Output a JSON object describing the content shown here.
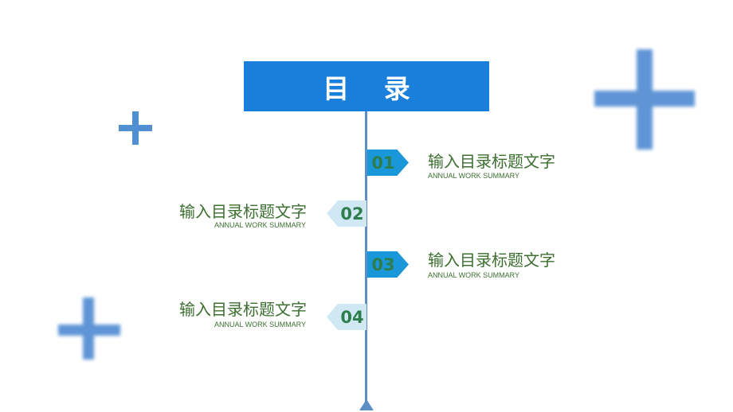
{
  "header": {
    "title": "目 录"
  },
  "items": [
    {
      "number": "01",
      "title": "输入目录标题文字",
      "subtitle": "ANNUAL WORK SUMMARY"
    },
    {
      "number": "02",
      "title": "输入目录标题文字",
      "subtitle": "ANNUAL WORK SUMMARY"
    },
    {
      "number": "03",
      "title": "输入目录标题文字",
      "subtitle": "ANNUAL WORK SUMMARY"
    },
    {
      "number": "04",
      "title": "输入目录标题文字",
      "subtitle": "ANNUAL WORK SUMMARY"
    }
  ],
  "colors": {
    "title_bg": "#1a7fdb",
    "tag_dark": "#1a97d8",
    "tag_light": "#cfe8f4",
    "text_green": "#3c6f30",
    "line": "#5d8fc6",
    "cross": "#4f8fd2"
  },
  "decor": [
    "plus-icon",
    "plus-icon",
    "plus-icon"
  ]
}
